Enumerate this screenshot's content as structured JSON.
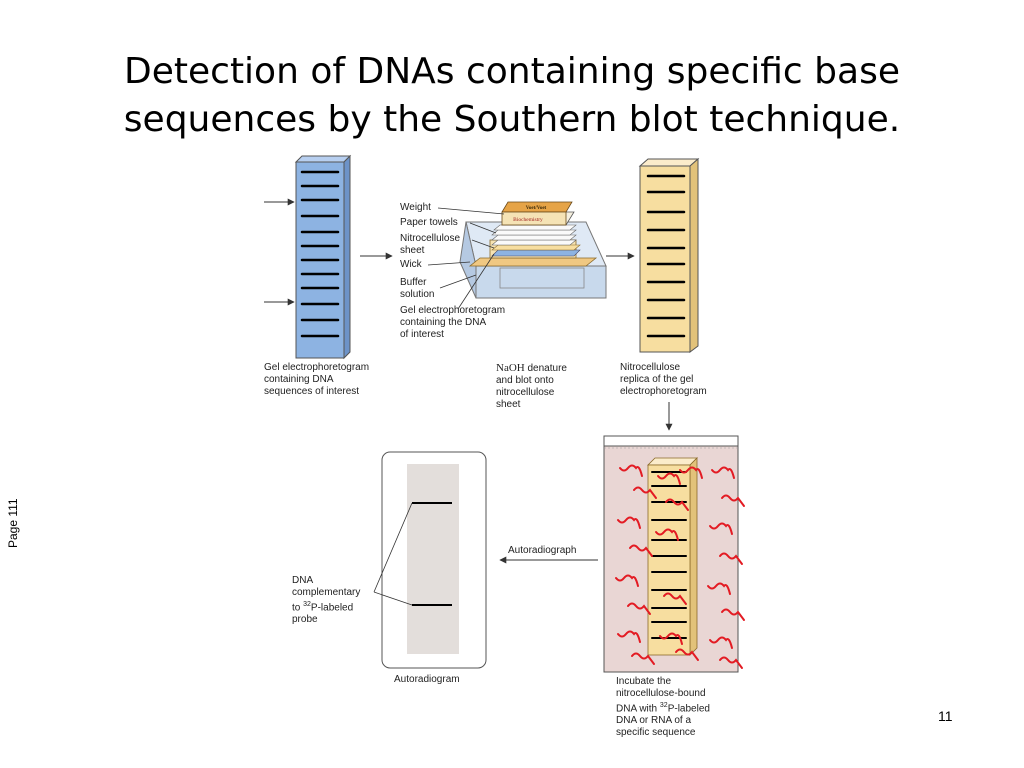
{
  "title_line1": "Detection of DNAs containing specific base",
  "title_line2": "sequences by the Southern blot technique.",
  "page_label": "Page 111",
  "slide_number": "11",
  "step1_caption": "Gel electrophoretogram\ncontaining DNA\nsequences of interest",
  "apparatus": {
    "weight": "Weight",
    "paper_towels": "Paper towels",
    "nitrocellulose_sheet": "Nitrocellulose\nsheet",
    "wick": "Wick",
    "buffer_solution": "Buffer\nsolution",
    "gel": "Gel electrophoretogram\ncontaining the DNA\nof interest",
    "book_top": "Voet/Voet",
    "book_label": "Biochemistry"
  },
  "step2_caption_chem": "NaOH",
  "step2_caption_rest": " denature\nand blot onto\nnitrocellulose\nsheet",
  "step3_caption": "Nitrocellulose\nreplica of the gel\nelectrophoretogram",
  "autoradiograph_label": "Autoradiograph",
  "dna_label_pre": "DNA\ncomplementary\nto ",
  "dna_label_sup": "32",
  "dna_label_post": "P-labeled\nprobe",
  "autoradiogram_caption": "Autoradiogram",
  "incubate_pre": "Incubate the\nnitrocellulose-bound\nDNA with ",
  "incubate_sup": "32",
  "incubate_post": "P-labeled\nDNA or RNA of a\nspecific sequence",
  "colors": {
    "gel_blue": "#8db3e2",
    "sheet_yellow": "#f7dea0",
    "bag_pink": "#e9d6d4",
    "probe_red": "#e31b23"
  }
}
